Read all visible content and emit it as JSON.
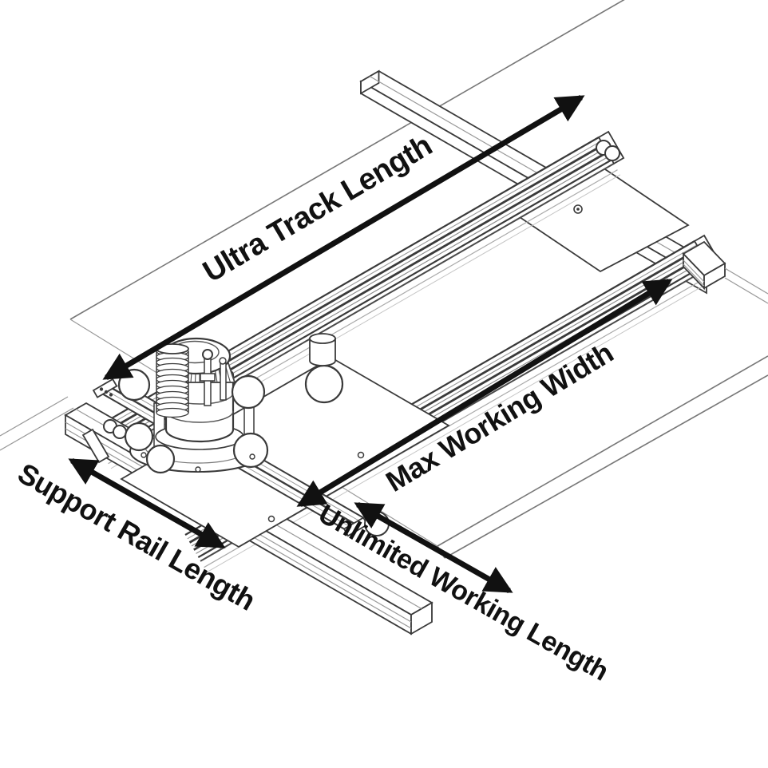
{
  "diagram": {
    "labels": {
      "ultra_track_length": "Ultra Track Length",
      "max_working_width": "Max Working Width",
      "support_rail_length": "Support Rail Length",
      "unlimited_working_length": "Unlimited Working Length"
    },
    "arrows": [
      {
        "name": "ultra-track-length-arrow",
        "style": "double-headed",
        "direction": "diagonal-up-right"
      },
      {
        "name": "max-working-width-arrow",
        "style": "double-headed",
        "direction": "diagonal-up-right"
      },
      {
        "name": "support-rail-length-arrow",
        "style": "double-headed",
        "direction": "diagonal-down-right"
      },
      {
        "name": "unlimited-working-length-arrow",
        "style": "double-headed",
        "direction": "diagonal-down-right"
      }
    ],
    "colors": {
      "background": "#ffffff",
      "drawing_line": "#3a3a3a",
      "light_line": "#999999",
      "annotation": "#111111"
    }
  }
}
